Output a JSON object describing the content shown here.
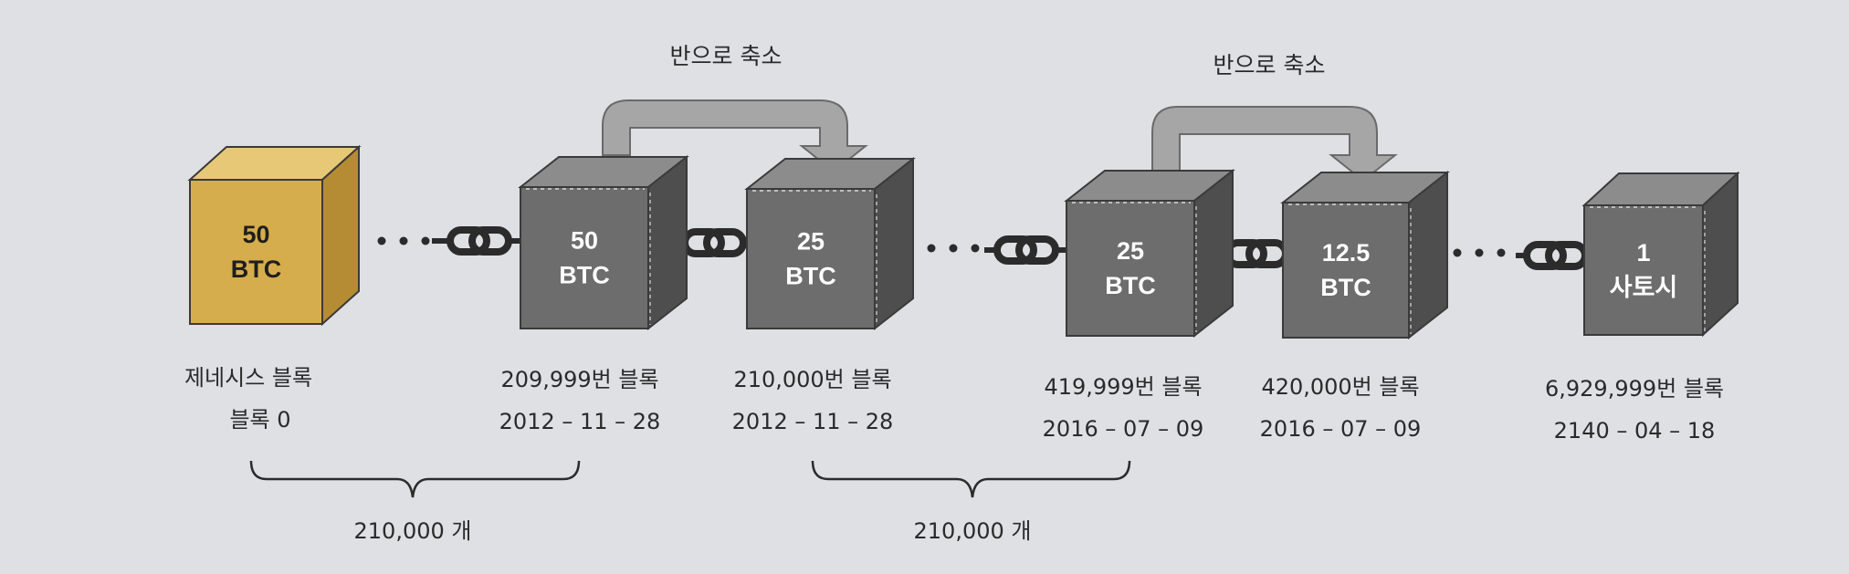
{
  "halving_labels": [
    "반으로 축소",
    "반으로 축소"
  ],
  "blocks": [
    {
      "line1": "50",
      "line2": "BTC",
      "caption1": "제네시스 블록",
      "caption2": "블록 0",
      "genesis": true
    },
    {
      "line1": "50",
      "line2": "BTC",
      "caption1": "209,999번 블록",
      "caption2": "2012 – 11 – 28",
      "genesis": false
    },
    {
      "line1": "25",
      "line2": "BTC",
      "caption1": "210,000번 블록",
      "caption2": "2012 – 11 – 28",
      "genesis": false
    },
    {
      "line1": "25",
      "line2": "BTC",
      "caption1": "419,999번 블록",
      "caption2": "2016 – 07 – 09",
      "genesis": false
    },
    {
      "line1": "12.5",
      "line2": "BTC",
      "caption1": "420,000번 블록",
      "caption2": "2016 – 07 – 09",
      "genesis": false
    },
    {
      "line1": "1",
      "line2": "사토시",
      "caption1": "6,929,999번 블록",
      "caption2": "2140 – 04 – 18",
      "genesis": false
    }
  ],
  "spans": [
    "210,000 개",
    "210,000 개"
  ],
  "colors": {
    "background": "#dfe0e4",
    "genesis_front": "#d6ad4c",
    "genesis_top": "#e6c877",
    "genesis_side": "#b58c33",
    "cube_front": "#6d6d6d",
    "cube_top": "#8c8c8c",
    "cube_side": "#4e4e4e",
    "chain": "#2b2b2b",
    "arrow": "#a6a6a6",
    "text_light": "#ffffff",
    "text_dark": "#1e1e1e",
    "caption": "#2a2a2a"
  },
  "icons": [
    "chain-link-icon",
    "ellipsis-dots-icon",
    "curved-arrow-icon",
    "brace-icon"
  ]
}
